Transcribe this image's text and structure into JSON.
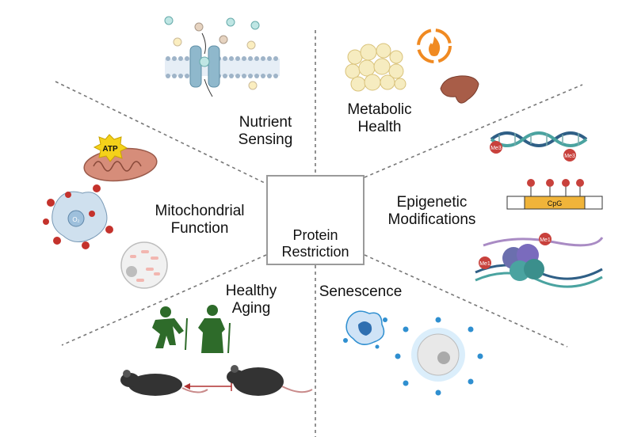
{
  "center": {
    "line1": "Protein",
    "line2": "Restriction"
  },
  "sections": {
    "nutrient_sensing": {
      "line1": "Nutrient",
      "line2": "Sensing"
    },
    "metabolic_health": {
      "line1": "Metabolic",
      "line2": "Health"
    },
    "mitochondrial_function": {
      "line1": "Mitochondrial",
      "line2": "Function"
    },
    "epigenetic_modifications": {
      "line1": "Epigenetic",
      "line2": "Modifications"
    },
    "healthy_aging": {
      "line1": "Healthy",
      "line2": "Aging"
    },
    "senescence": {
      "line1": "Senescence"
    }
  },
  "icon_labels": {
    "atp": "ATP",
    "ros": "O₂",
    "cpg": "CpG",
    "me1": "Me1",
    "me3": "Me3"
  },
  "colors": {
    "divider": "#777777",
    "membrane": "#9fb4c8",
    "channel": "#9ec6d6",
    "fat": "#f3e7b5",
    "flame": "#f08a22",
    "liver": "#b0604a",
    "dna_blue": "#2f5f86",
    "dna_teal": "#4aa3a0",
    "methyl_red": "#c8413c",
    "cpg_orange": "#f0b43a",
    "mito": "#c97a6a",
    "ros_red": "#c4322c",
    "silhouette_green": "#2e6b2a",
    "mouse": "#333333",
    "senescent_blue": "#2f8fd0"
  }
}
